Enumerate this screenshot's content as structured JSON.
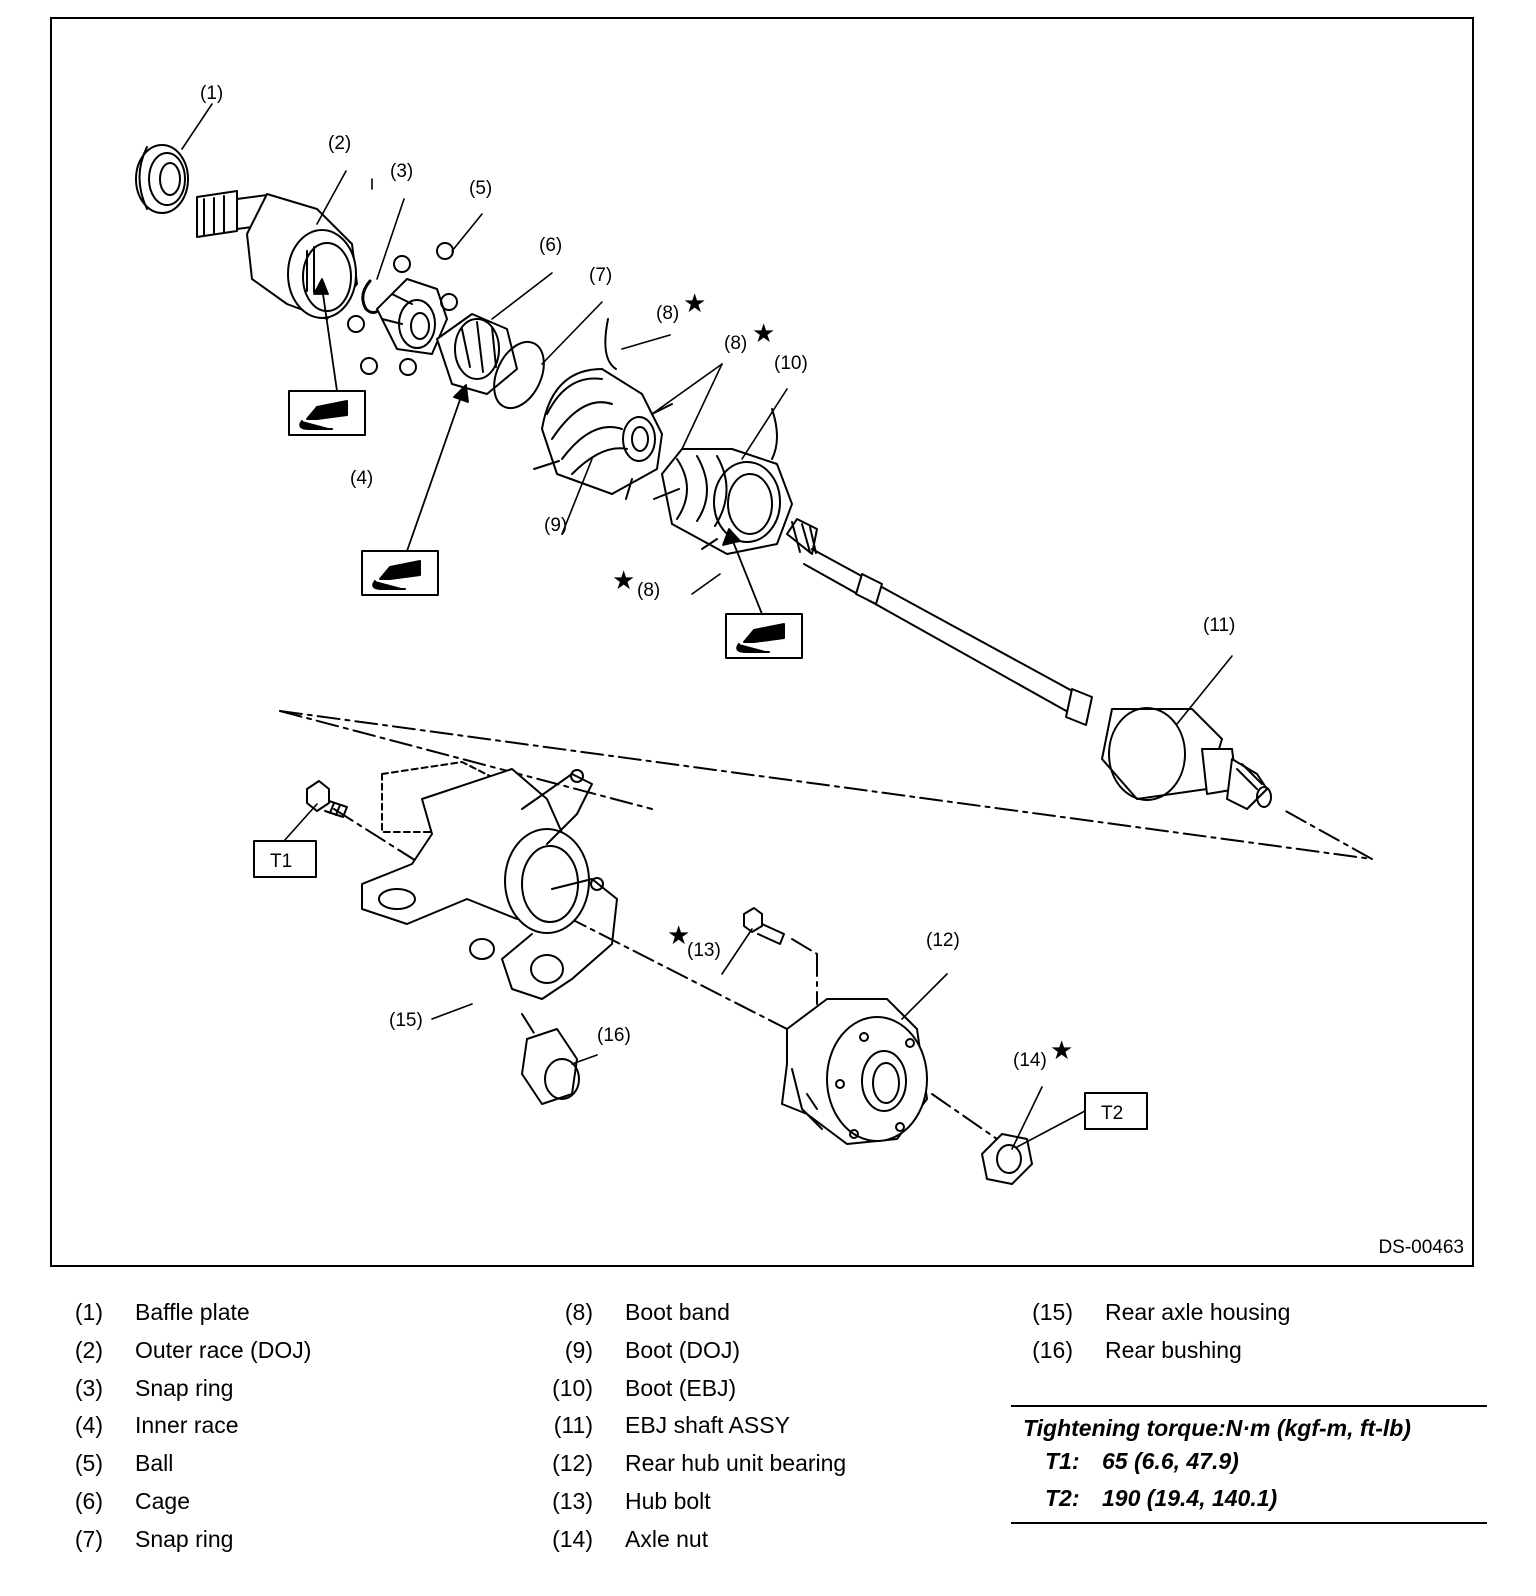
{
  "figure": {
    "code": "DS-00463",
    "callouts": {
      "c1": "(1)",
      "c2": "(2)",
      "c3": "(3)",
      "c4": "(4)",
      "c5": "(5)",
      "c6": "(6)",
      "c7": "(7)",
      "c8a": "(8)",
      "c8b": "(8)",
      "c8c": "(8)",
      "c9": "(9)",
      "c10": "(10)",
      "c11": "(11)",
      "c12": "(12)",
      "c13": "(13)",
      "c14": "(14)",
      "c15": "(15)",
      "c16": "(16)"
    },
    "torque_tags": {
      "t1": "T1",
      "t2": "T2"
    },
    "replace_marker": "★",
    "grease_icon": "grease-applicator-icon"
  },
  "legend": {
    "col1": [
      {
        "num": "(1)",
        "name": "Baffle plate"
      },
      {
        "num": "(2)",
        "name": "Outer race (DOJ)"
      },
      {
        "num": "(3)",
        "name": "Snap ring"
      },
      {
        "num": "(4)",
        "name": "Inner race"
      },
      {
        "num": "(5)",
        "name": "Ball"
      },
      {
        "num": "(6)",
        "name": "Cage"
      },
      {
        "num": "(7)",
        "name": "Snap ring"
      }
    ],
    "col2": [
      {
        "num": "(8)",
        "name": "Boot band"
      },
      {
        "num": "(9)",
        "name": "Boot (DOJ)"
      },
      {
        "num": "(10)",
        "name": "Boot (EBJ)"
      },
      {
        "num": "(11)",
        "name": "EBJ shaft ASSY"
      },
      {
        "num": "(12)",
        "name": "Rear hub unit bearing"
      },
      {
        "num": "(13)",
        "name": "Hub bolt"
      },
      {
        "num": "(14)",
        "name": "Axle nut"
      }
    ],
    "col3": [
      {
        "num": "(15)",
        "name": "Rear axle housing"
      },
      {
        "num": "(16)",
        "name": "Rear bushing"
      }
    ]
  },
  "torque": {
    "title": "Tightening torque:N·m (kgf-m, ft-lb)",
    "rows": [
      {
        "key": "T1:",
        "value": "65 (6.6, 47.9)"
      },
      {
        "key": "T2:",
        "value": "190 (19.4, 140.1)"
      }
    ]
  }
}
